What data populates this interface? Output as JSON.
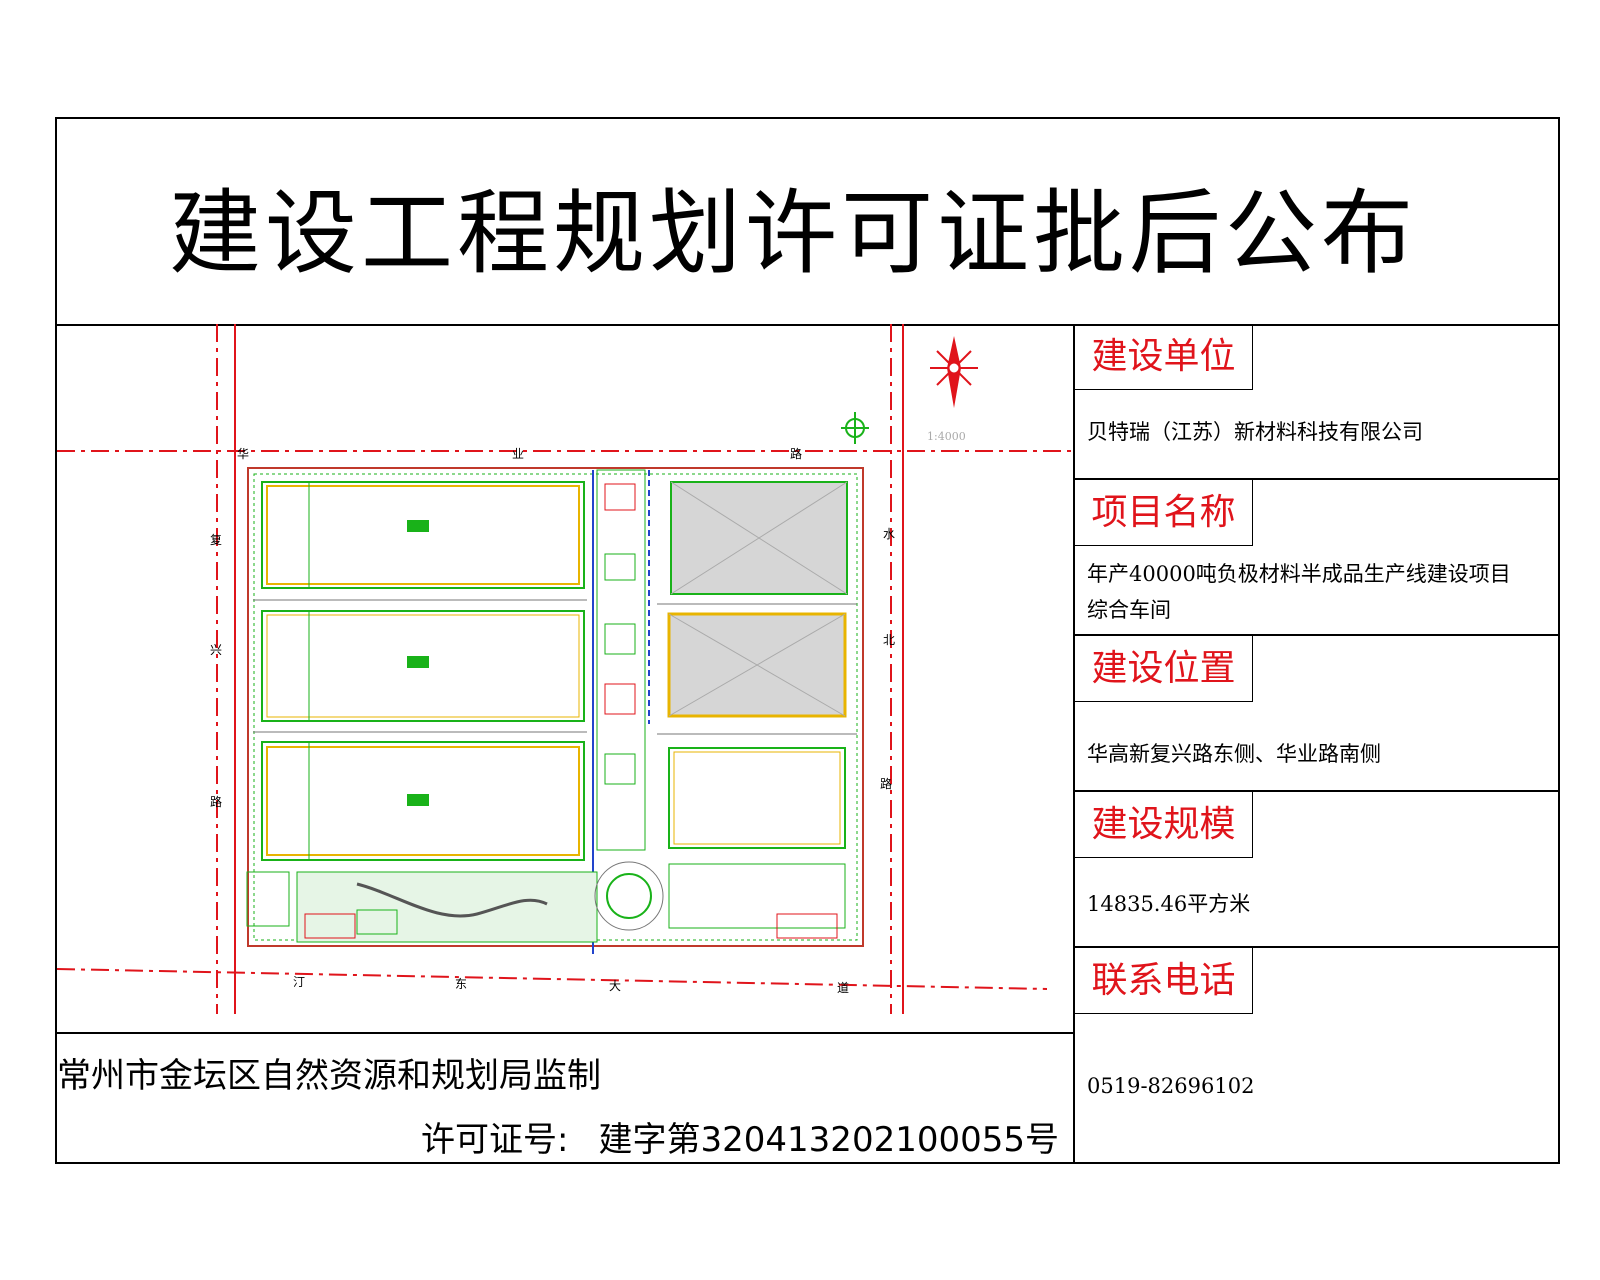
{
  "title": "建设工程规划许可证批后公布",
  "plan": {
    "roads": {
      "north": [
        "华",
        "业",
        "路"
      ],
      "west": [
        "复",
        "兴",
        "路"
      ],
      "east": [
        "水",
        "北",
        "路"
      ],
      "south": [
        "汀",
        "东",
        "大",
        "道"
      ]
    },
    "scale": "1:4000",
    "colors": {
      "road": "#e0141b",
      "boundary": "#c0392b",
      "green": "#19b219",
      "building": "#e8b400",
      "hatch": "#888888"
    }
  },
  "info": {
    "unit": {
      "label": "建设单位",
      "value": "贝特瑞（江苏）新材料科技有限公司"
    },
    "project": {
      "label": "项目名称",
      "value_line1": "年产40000吨负极材料半成品生产线建设项目",
      "value_line2": "综合车间"
    },
    "location": {
      "label": "建设位置",
      "value": "华高新复兴路东侧、华业路南侧"
    },
    "scale": {
      "label": "建设规模",
      "value": "14835.46平方米"
    },
    "phone": {
      "label": "联系电话",
      "value": "0519-82696102"
    }
  },
  "footer": {
    "org": "常州市金坛区自然资源和规划局监制",
    "permit_label": "许可证号:",
    "permit_value": "建字第320413202100055号"
  }
}
